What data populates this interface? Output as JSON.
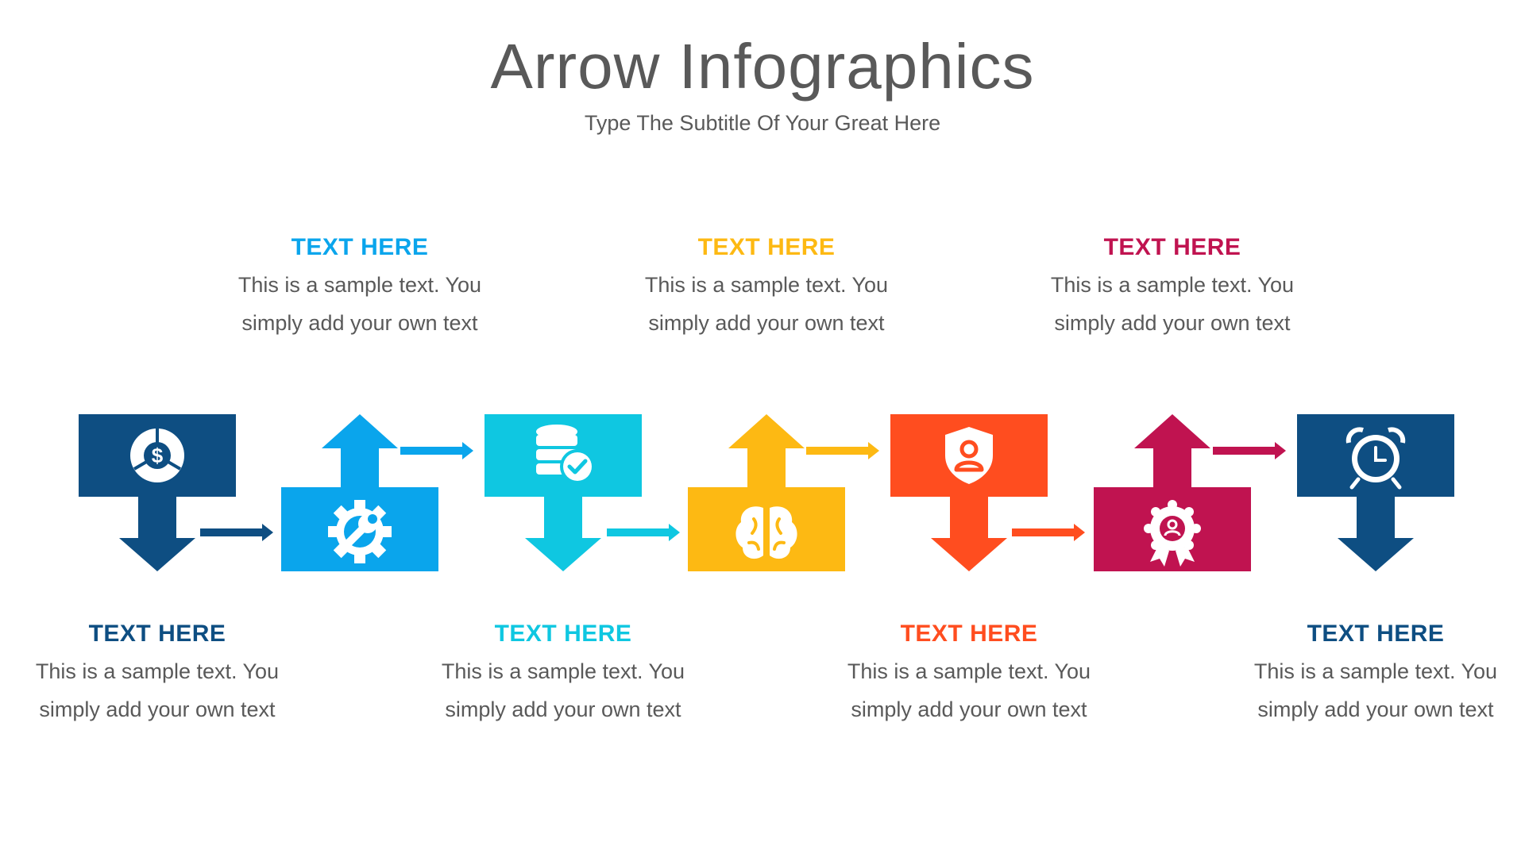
{
  "title": "Arrow Infographics",
  "subtitle": "Type The Subtitle Of Your Great Here",
  "steps": [
    {
      "heading": "TEXT HERE",
      "line1": "This is a sample text. You",
      "line2": "simply add your own text",
      "color": "#0E4E82",
      "icon": "dollar-pie-icon"
    },
    {
      "heading": "TEXT HERE",
      "line1": "This is a sample text. You",
      "line2": "simply add your own text",
      "color": "#0AA5EC",
      "icon": "wrench-gear-icon"
    },
    {
      "heading": "TEXT HERE",
      "line1": "This is a sample text. You",
      "line2": "simply add your own text",
      "color": "#0FC7E1",
      "icon": "database-check-icon"
    },
    {
      "heading": "TEXT HERE",
      "line1": "This is a sample text. You",
      "line2": "simply add your own text",
      "color": "#FDB913",
      "icon": "brain-icon"
    },
    {
      "heading": "TEXT HERE",
      "line1": "This is a sample text. You",
      "line2": "simply add your own text",
      "color": "#FF4D1F",
      "icon": "shield-user-icon"
    },
    {
      "heading": "TEXT HERE",
      "line1": "This is a sample text. You",
      "line2": "simply add your own text",
      "color": "#C01350",
      "icon": "award-badge-icon"
    },
    {
      "heading": "TEXT HERE",
      "line1": "This is a sample text. You",
      "line2": "simply add your own text",
      "color": "#0E4E82",
      "icon": "alarm-clock-icon"
    }
  ]
}
